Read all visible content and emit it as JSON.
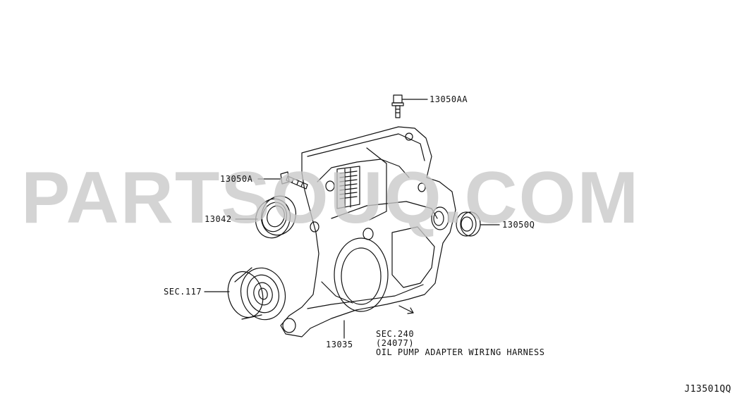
{
  "watermark": "PARTSOUQ.COM",
  "diagram_id": "J13501QQ",
  "callouts": {
    "bolt_top": "13050AA",
    "bolt_left": "13050A",
    "seal_left": "13042",
    "seal_right": "13050Q",
    "pulley": "SEC.117",
    "cover": "13035",
    "sec_240": "SEC.240",
    "sec_240_ref": "(24077)",
    "harness": "OIL PUMP ADAPTER WIRING HARNESS"
  }
}
